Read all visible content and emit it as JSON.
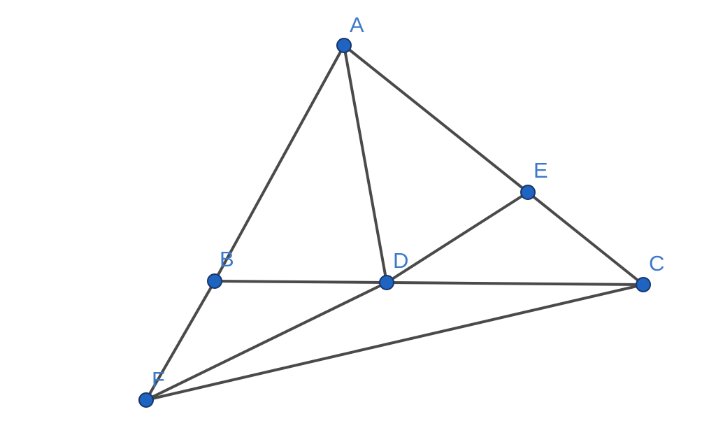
{
  "diagram": {
    "colors": {
      "segment": "#4a4a4a",
      "point_fill": "#1e64c0",
      "point_stroke": "#17356b",
      "label": "#3d78c9"
    },
    "points": [
      {
        "id": "A",
        "label": "A"
      },
      {
        "id": "B",
        "label": "B"
      },
      {
        "id": "C",
        "label": "C"
      },
      {
        "id": "D",
        "label": "D"
      },
      {
        "id": "E",
        "label": "E"
      },
      {
        "id": "F",
        "label": "F"
      }
    ],
    "segments": [
      [
        "A",
        "B"
      ],
      [
        "A",
        "D"
      ],
      [
        "A",
        "E"
      ],
      [
        "E",
        "C"
      ],
      [
        "B",
        "D"
      ],
      [
        "D",
        "C"
      ],
      [
        "D",
        "E"
      ],
      [
        "B",
        "F"
      ],
      [
        "F",
        "D"
      ],
      [
        "F",
        "C"
      ]
    ]
  }
}
